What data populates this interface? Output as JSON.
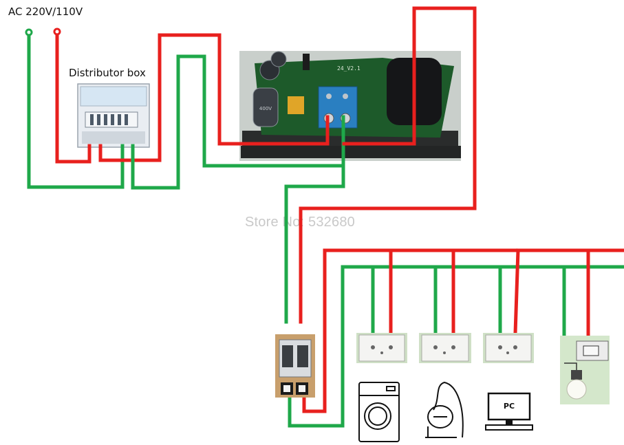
{
  "header": {
    "supply_label": "AC 220V/110V"
  },
  "distributor": {
    "label": "Distributor box"
  },
  "watermark": {
    "text": "Store No: 532680"
  },
  "meter": {
    "pcb_text": "24_V2.1",
    "cap_text": "400V"
  },
  "loads": {
    "pc_label": "PC",
    "items": [
      "washing-machine",
      "vacuum-cleaner",
      "computer",
      "lamp"
    ]
  },
  "colors": {
    "live": "#e8201e",
    "neutral": "#1fa84a",
    "pcb": "#1d5a2a",
    "terminal": "#2a7fc1"
  }
}
